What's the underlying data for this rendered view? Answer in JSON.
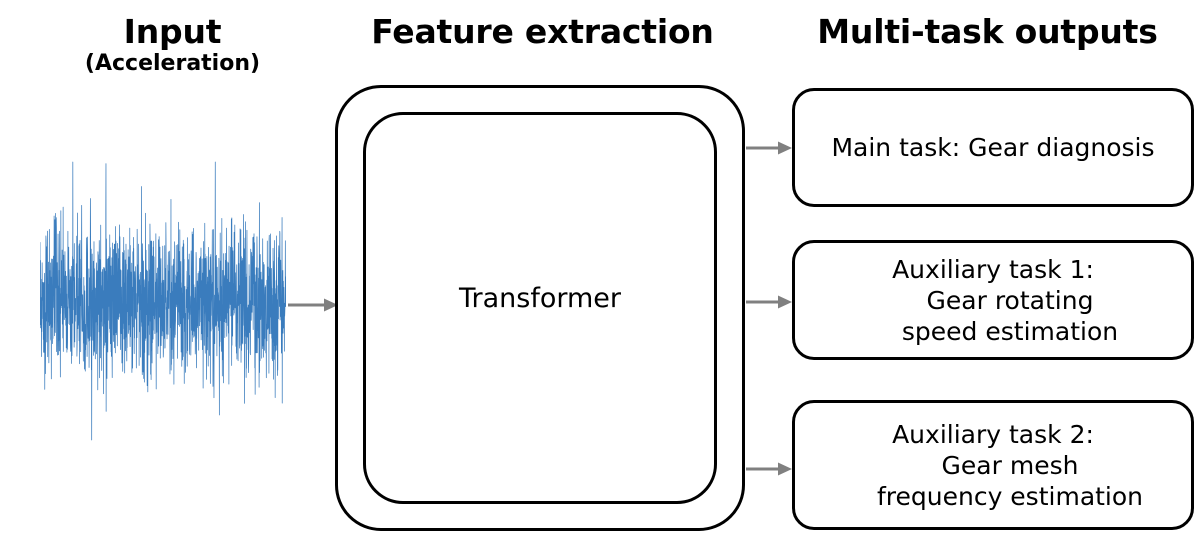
{
  "headings": {
    "input": {
      "main": "Input",
      "sub": "(Acceleration)"
    },
    "feature": {
      "main": "Feature extraction",
      "sub": ""
    },
    "outputs": {
      "main": "Multi-task outputs",
      "sub": ""
    }
  },
  "feature_extraction": {
    "block_label": "Transformer"
  },
  "outputs": [
    {
      "line1": "Main task: Gear diagnosis",
      "line2": "",
      "line3": ""
    },
    {
      "line1": "Auxiliary task 1:",
      "line2": "Gear rotating",
      "line3": "speed estimation"
    },
    {
      "line1": "Auxiliary task 2:",
      "line2": "Gear mesh",
      "line3": "frequency estimation"
    }
  ],
  "signal": {
    "name": "acceleration-vibration-waveform",
    "color": "#3a7cbd",
    "description": "dense random vibration signal"
  },
  "colors": {
    "arrow": "#808080",
    "outline": "#000000",
    "background": "#ffffff",
    "signal": "#3a7cbd"
  },
  "chart_data": {
    "type": "line",
    "title": "Acceleration vibration signal",
    "xlabel": "",
    "ylabel": "",
    "series": [
      {
        "name": "acceleration",
        "description": "broadband random noise waveform, zero-mean, amplitude envelope roughly constant across the window"
      }
    ],
    "ylim": [
      -1,
      1
    ],
    "grid": false,
    "legend": "none"
  }
}
